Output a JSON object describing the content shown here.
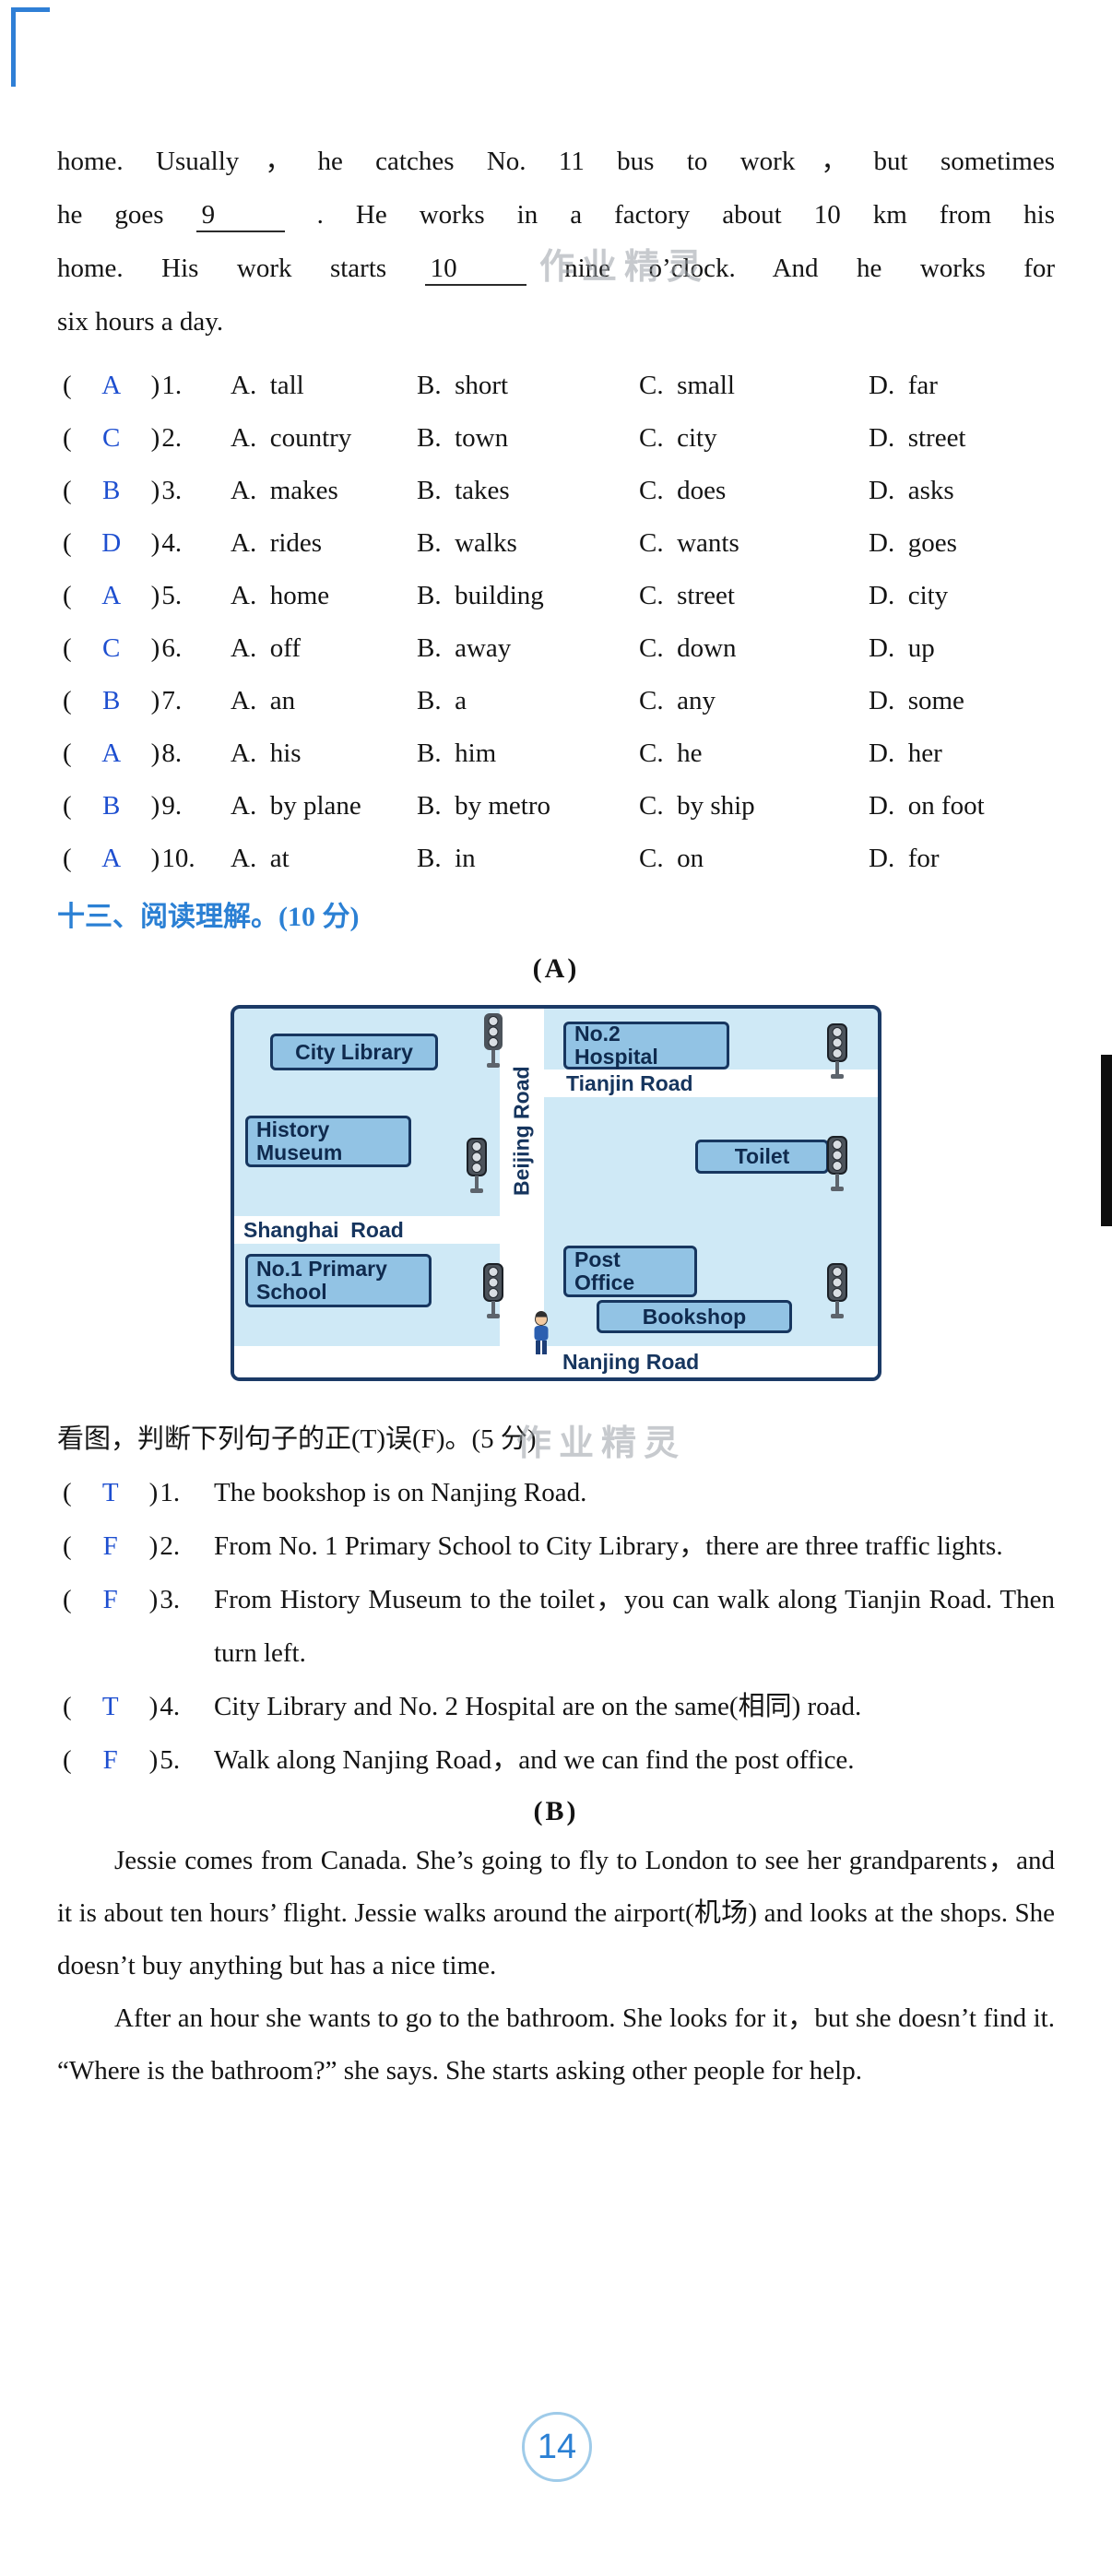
{
  "ui": {
    "paren_open": "(",
    "paren_close": ")",
    "watermark": "作业精灵",
    "page_number": "14"
  },
  "passage_a": {
    "line1": "home. Usually，he catches No. 11 bus to work，but sometimes",
    "line2_pre": "he goes",
    "line2_blank": "9",
    "line2_post": ". He works in a factory about 10 km from his",
    "line3_pre": "home. His work starts",
    "line3_blank": "10",
    "line3_post": "nine o’clock. And he works for",
    "line4": "six hours a day."
  },
  "mc": [
    {
      "answer": "A",
      "num": "1.",
      "options": [
        "A.  tall",
        "B.  short",
        "C.  small",
        "D.  far"
      ]
    },
    {
      "answer": "C",
      "num": "2.",
      "options": [
        "A.  country",
        "B.  town",
        "C.  city",
        "D.  street"
      ]
    },
    {
      "answer": "B",
      "num": "3.",
      "options": [
        "A.  makes",
        "B.  takes",
        "C.  does",
        "D.  asks"
      ]
    },
    {
      "answer": "D",
      "num": "4.",
      "options": [
        "A.  rides",
        "B.  walks",
        "C.  wants",
        "D.  goes"
      ]
    },
    {
      "answer": "A",
      "num": "5.",
      "options": [
        "A.  home",
        "B.  building",
        "C.  street",
        "D.  city"
      ]
    },
    {
      "answer": "C",
      "num": "6.",
      "options": [
        "A.  off",
        "B.  away",
        "C.  down",
        "D.  up"
      ]
    },
    {
      "answer": "B",
      "num": "7.",
      "options": [
        "A.  an",
        "B.  a",
        "C.  any",
        "D.  some"
      ]
    },
    {
      "answer": "A",
      "num": "8.",
      "options": [
        "A.  his",
        "B.  him",
        "C.  he",
        "D.  her"
      ]
    },
    {
      "answer": "B",
      "num": "9.",
      "options": [
        "A.  by plane",
        "B.  by metro",
        "C.  by ship",
        "D.  on foot"
      ]
    },
    {
      "answer": "A",
      "num": "10.",
      "options": [
        "A.  at",
        "B.  in",
        "C.  on",
        "D.  for"
      ]
    }
  ],
  "section": {
    "title": "十三、阅读理解。(10 分)"
  },
  "part_a": {
    "label": "(A)"
  },
  "map": {
    "city_library": "City Library",
    "hospital_line1": "No.2",
    "hospital_line2": "Hospital",
    "tianjin_road": "Tianjin Road",
    "history_line1": "History",
    "history_line2": "Museum",
    "toilet": "Toilet",
    "beijing_road": "Beijing Road",
    "shanghai_road": "Shanghai  Road",
    "school_line1": "No.1 Primary",
    "school_line2": "School",
    "post_line1": "Post",
    "post_line2": "Office",
    "bookshop": "Bookshop",
    "nanjing_road": "Nanjing Road"
  },
  "tf_intro": "看图，判断下列句子的正(T)误(F)。(5 分)",
  "tf": [
    {
      "answer": "T",
      "num": "1.",
      "text": "The bookshop is on Nanjing Road."
    },
    {
      "answer": "F",
      "num": "2.",
      "text": "From No. 1 Primary School to City Library，there are three traffic lights."
    },
    {
      "answer": "F",
      "num": "3.",
      "text": "From History Museum to the toilet，you can walk along Tianjin Road. Then turn left."
    },
    {
      "answer": "T",
      "num": "4.",
      "text": "City Library and No. 2 Hospital are on the same(相同) road."
    },
    {
      "answer": "F",
      "num": "5.",
      "text": "Walk along Nanjing Road，and we can find the post office."
    }
  ],
  "part_b": {
    "label": "(B)"
  },
  "passage_b": {
    "para1": "Jessie comes from Canada. She’s going to fly to London to see her grandparents，and it is about ten hours’ flight. Jessie walks around the airport(机场) and looks at the shops. She doesn’t buy anything but has a nice time.",
    "para2": "After an hour she wants to go to the bathroom. She looks for it，but she doesn’t find it. “Where is the bathroom?” she says. She starts asking other people for help."
  }
}
